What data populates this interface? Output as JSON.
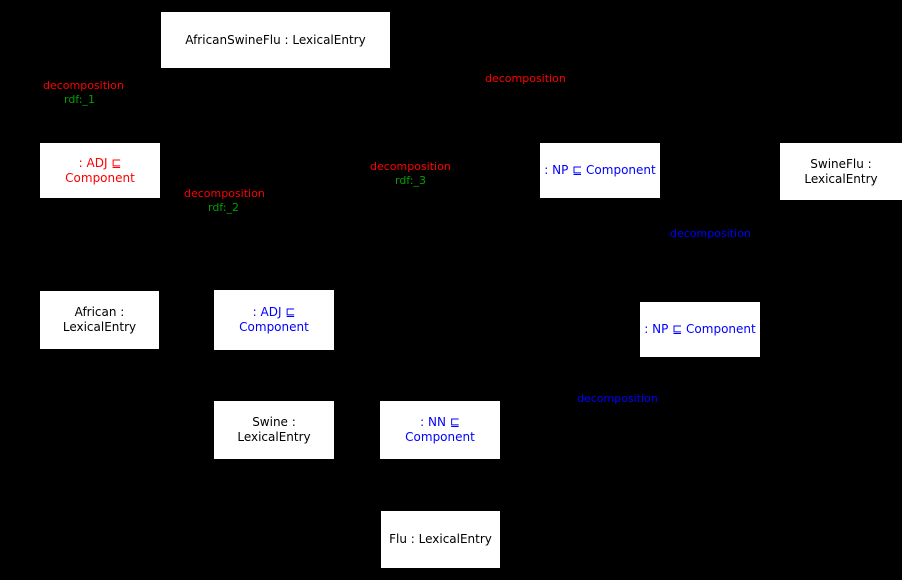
{
  "colors": {
    "background": "#000000",
    "node_bg": "#ffffff",
    "black": "#000000",
    "red": "#ff0000",
    "green": "#00a000",
    "blue": "#0000ff"
  },
  "diagram_type": "rdf-lexical-decomposition-graph",
  "nodes": [
    {
      "label": "AfricanSwineFlu : LexicalEntry",
      "color": "black"
    },
    {
      "label": ": ADJ ⊑ Component",
      "color": "red"
    },
    {
      "label": ": NP ⊑ Component",
      "color": "blue"
    },
    {
      "label": "SwineFlu : LexicalEntry",
      "color": "black"
    },
    {
      "label": "African : LexicalEntry",
      "color": "black"
    },
    {
      "label": ": ADJ ⊑ Component",
      "color": "blue"
    },
    {
      "label": ": NP ⊑ Component",
      "color": "blue"
    },
    {
      "label": "Swine : LexicalEntry",
      "color": "black"
    },
    {
      "label": ": NN ⊑ Component",
      "color": "blue"
    },
    {
      "label": "Flu : LexicalEntry",
      "color": "black"
    }
  ],
  "edge_labels": [
    {
      "text": "decomposition",
      "color": "red"
    },
    {
      "text": "rdf:_1",
      "color": "green"
    },
    {
      "text": "decomposition",
      "color": "red"
    },
    {
      "text": "decomposition",
      "color": "red"
    },
    {
      "text": "rdf:_3",
      "color": "green"
    },
    {
      "text": "decomposition",
      "color": "red"
    },
    {
      "text": "rdf:_2",
      "color": "green"
    },
    {
      "text": "decomposition",
      "color": "blue"
    },
    {
      "text": "decomposition",
      "color": "blue"
    }
  ]
}
